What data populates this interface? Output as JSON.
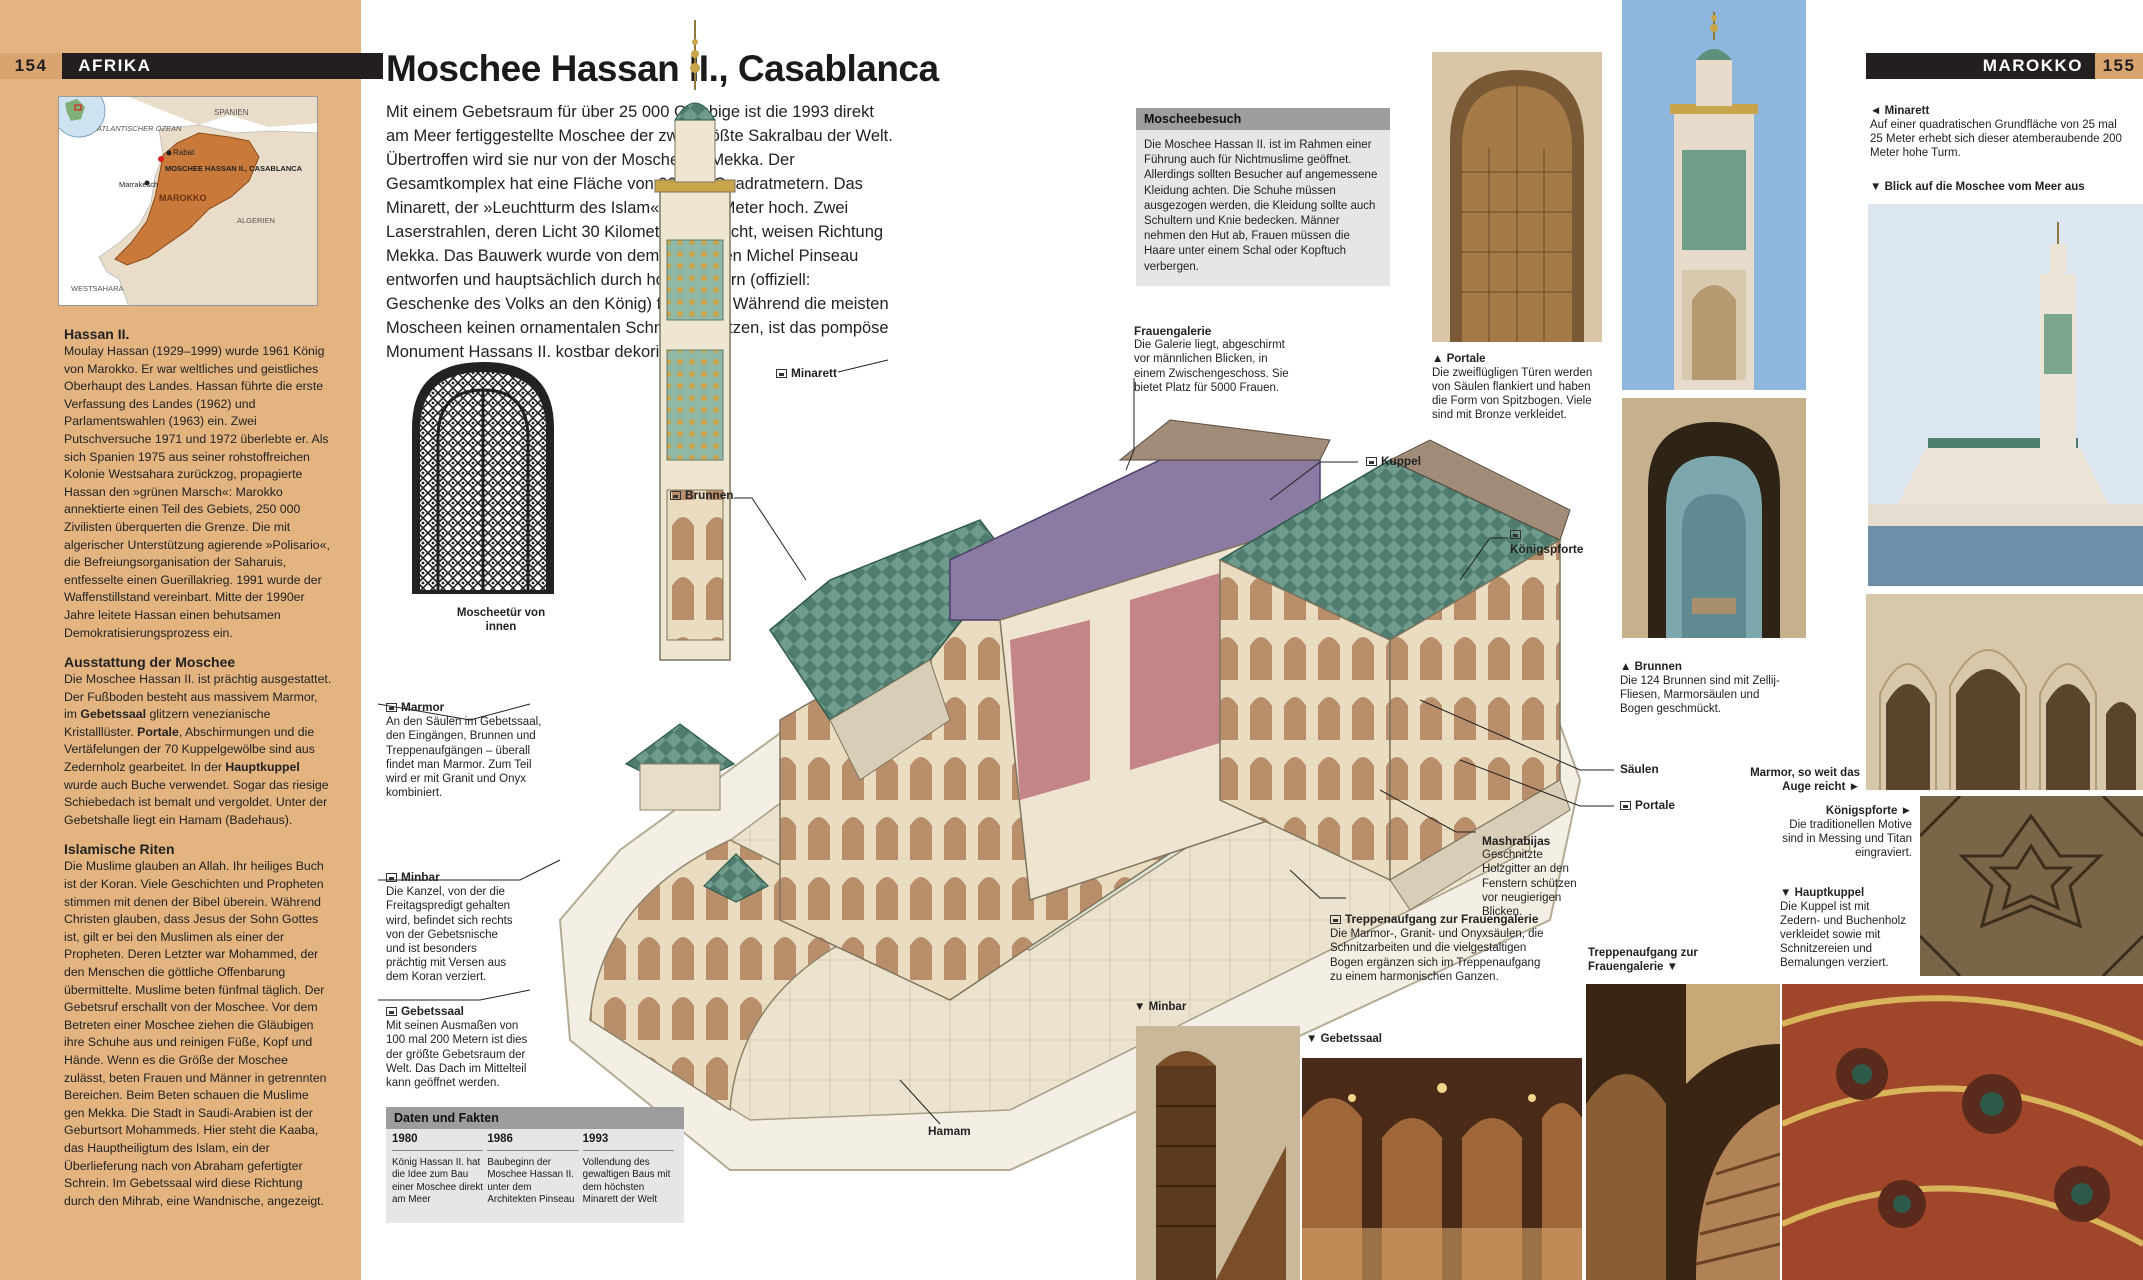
{
  "left_page": {
    "page_number": "154",
    "section": "AFRIKA"
  },
  "right_page": {
    "page_number": "155",
    "section": "MAROKKO"
  },
  "map": {
    "labels": {
      "spanien": "SPANIEN",
      "atlantik": "ATLANTISCHER OZEAN",
      "rabat": "Rabat",
      "moschee": "MOSCHEE HASSAN II., CASABLANCA",
      "marrakesch": "Marrakesch",
      "marokko": "MAROKKO",
      "algerien": "ALGERIEN",
      "westsahara": "WESTSAHARA"
    },
    "colors": {
      "morocco": "#c9793a",
      "land": "#e9ddc9",
      "sea": "#ffffff"
    }
  },
  "sidebar": {
    "s1_title": "Hassan II.",
    "s1_text": "Moulay Hassan (1929–1999) wurde 1961 König von Marokko. Er war weltliches und geistliches Oberhaupt des Landes. Hassan führte die erste Verfassung des Landes (1962) und Parlamentswahlen (1963) ein. Zwei Putschversuche 1971 und 1972 überlebte er. Als sich Spanien 1975 aus seiner rohstoffreichen Kolonie Westsahara zurückzog, propagierte Hassan den »grünen Marsch«: Marokko annektierte einen Teil des Gebiets, 250 000 Zivilisten überquerten die Grenze. Die mit algerischer Unterstützung agierende »Polisario«, die Befreiungsorganisation der Saharuis, entfesselte einen Guerillakrieg. 1991 wurde der Waffenstillstand vereinbart. Mitte der 1990er Jahre leitete Hassan einen behutsamen Demokratisierungsprozess ein.",
    "s2_title": "Ausstattung der Moschee",
    "s2_a": "Die Moschee Hassan II. ist prächtig ausgestattet. Der Fußboden besteht aus massivem Marmor, im ",
    "s2_b": "Gebetssaal",
    "s2_c": " glitzern venezianische Kristalllüster. ",
    "s2_d": "Portale",
    "s2_e": ", Abschirmungen und die Vertäfelungen der 70 Kuppelgewölbe sind aus Zedernholz gearbeitet. In der ",
    "s2_f": "Hauptkuppel",
    "s2_g": " wurde auch Buche verwendet. Sogar das riesige Schiebedach ist bemalt und vergoldet. Unter der Gebetshalle liegt ein Hamam (Badehaus).",
    "s3_title": "Islamische Riten",
    "s3_text": "Die Muslime glauben an Allah. Ihr heiliges Buch ist der Koran. Viele Geschichten und Propheten stimmen mit denen der Bibel überein. Während Christen glauben, dass Jesus der Sohn Gottes ist, gilt er bei den Muslimen als einer der Propheten. Deren Letzter war Mohammed, der den Menschen die göttliche Offenbarung übermittelte. Muslime beten fünfmal täglich. Der Gebetsruf erschallt von der Moschee. Vor dem Betreten einer Moschee ziehen die Gläubigen ihre Schuhe aus und reinigen Füße, Kopf und Hände. Wenn es die Größe der Moschee zulässt, beten Frauen und Männer in getrennten Bereichen. Beim Beten schauen die Muslime gen Mekka. Die Stadt in Saudi-Arabien ist der Geburtsort Mohammeds. Hier steht die Kaaba, das Hauptheiligtum des Islam, ein der Überlieferung nach von Abraham gefertigter Schrein. Im Gebetssaal wird diese Richtung durch den Mihrab, eine Wandnische, angezeigt."
  },
  "title": "Moschee Hassan II., Casablanca",
  "intro": "Mit einem Gebetsraum für über 25 000 Gläubige ist die 1993 direkt am Meer fertiggestellte Moschee der zweitgrößte Sakralbau der Welt. Übertroffen wird sie nur von der Moschee in Mekka. Der Gesamtkomplex hat eine Fläche von 90 000 Quadratmetern. Das Minarett, der »Leuchtturm des Islam«, ist 200 Meter hoch. Zwei Laserstrahlen, deren Licht 30 Kilometer weit reicht, weisen Richtung Mekka. Das Bauwerk wurde von dem Franzosen Michel Pinseau entworfen und hauptsächlich durch hohe Steuern (offiziell: Geschenke des Volks an den König) finanziert. Während die meisten Moscheen keinen ornamentalen Schmuck besitzen, ist das pompöse Monument Hassans II. kostbar dekoriert.",
  "visit_box": {
    "title": "Moscheebesuch",
    "text": "Die Moschee Hassan II. ist im Rahmen einer Führung auch für Nichtmuslime geöffnet. Allerdings sollten Besucher auf angemessene Kleidung achten. Die Schuhe müssen ausgezogen werden, die Kleidung sollte auch Schultern und Knie bedecken. Männer nehmen den Hut ab, Frauen müssen die Haare unter einem Schal oder Kopftuch verbergen."
  },
  "facts": {
    "title": "Daten und Fakten",
    "cols": [
      {
        "year": "1980",
        "text": "König Hassan II. hat die Idee zum Bau einer Moschee direkt am Meer"
      },
      {
        "year": "1986",
        "text": "Baubeginn der Moschee Hassan II. unter dem Architekten Pinseau"
      },
      {
        "year": "1993",
        "text": "Vollendung des gewaltigen Baus mit dem höchsten Minarett der Welt"
      }
    ]
  },
  "callouts": {
    "minarett": "Minarett",
    "brunnen": "Brunnen",
    "moscheetuer": "Moscheetür von innen",
    "frauengalerie_h": "Frauengalerie",
    "frauengalerie_t": "Die Galerie liegt, abgeschirmt vor männlichen Blicken, in einem Zwischengeschoss. Sie bietet Platz für 5000 Frauen.",
    "kuppel": "Kuppel",
    "koenigspforte": "Königspforte",
    "marmor_h": "Marmor",
    "marmor_t": "An den Säulen im Gebetssaal, den Eingängen, Brunnen und Treppenaufgängen – überall findet man Marmor. Zum Teil wird er mit Granit und Onyx kombiniert.",
    "saeulen": "Säulen",
    "portale": "Portale",
    "mashrabijas_h": "Mashrabijas",
    "mashrabijas_t": "Geschnitzte Holzgitter an den Fenstern schützen vor neugierigen Blicken.",
    "minbar_h": "Minbar",
    "minbar_t": "Die Kanzel, von der die Freitagspredigt gehalten wird, befindet sich rechts von der Gebetsnische und ist besonders prächtig mit Versen aus dem Koran verziert.",
    "treppe_h": "Treppenaufgang zur Frauengalerie",
    "treppe_t": "Die Marmor-, Granit- und Onyxsäulen, die Schnitzarbeiten und die vielgestaltigen Bogen ergänzen sich im Treppenaufgang zu einem harmonischen Ganzen.",
    "gebetssaal_h": "Gebetssaal",
    "gebetssaal_t": "Mit seinen Ausmaßen von 100 mal 200 Metern ist dies der größte Gebetsraum der Welt. Das Dach im Mittelteil kann geöffnet werden.",
    "hamam": "Hamam"
  },
  "captions": {
    "portale_h": "Portale",
    "portale_t": "Die zweiflügligen Türen werden von Säulen flankiert und haben die Form von Spitzbogen. Viele sind mit Bronze verkleidet.",
    "brunnen_h": "Brunnen",
    "brunnen_t": "Die 124 Brunnen sind mit Zellij-Fliesen, Marmorsäulen und Bogen geschmückt.",
    "minarett_h": "Minarett",
    "minarett_t": "Auf einer quadratischen Grundfläche von 25 mal 25 Meter erhebt sich dieser atemberaubende 200 Meter hohe Turm.",
    "blick": "Blick auf die Moschee vom Meer aus",
    "marmor": "Marmor, so weit das Auge reicht",
    "koenigspforte_h": "Königspforte",
    "koenigspforte_t": "Die traditionellen Motive sind in Messing und Titan eingraviert.",
    "hauptkuppel_h": "Hauptkuppel",
    "hauptkuppel_t": "Die Kuppel ist mit Zedern- und Buchenholz verkleidet sowie mit Schnitzereien und Bemalungen verziert.",
    "minbar": "Minbar",
    "gebetssaal": "Gebetssaal",
    "treppe": "Treppenaufgang zur Frauengalerie",
    "arrow_up": "▲",
    "arrow_down": "▼",
    "arrow_left": "◄",
    "arrow_right": "►"
  }
}
